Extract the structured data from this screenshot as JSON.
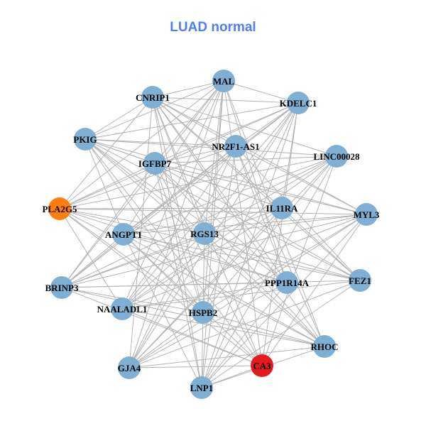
{
  "title": "LUAD normal",
  "colors": {
    "default_node": "#7fb0d3",
    "highlight_orange": "#ff7f0e",
    "highlight_red": "#e41a1c",
    "edge": "#b3b3b3",
    "title": "#4f7df5"
  },
  "nodes": [
    {
      "label": "MAL",
      "color": "#7fb0d3"
    },
    {
      "label": "CNRIP1",
      "color": "#7fb0d3"
    },
    {
      "label": "KDELC1",
      "color": "#7fb0d3"
    },
    {
      "label": "PKIG",
      "color": "#7fb0d3"
    },
    {
      "label": "NR2F1-AS1",
      "color": "#7fb0d3"
    },
    {
      "label": "IGFBP7",
      "color": "#7fb0d3"
    },
    {
      "label": "LINC00028",
      "color": "#7fb0d3"
    },
    {
      "label": "PLA2G5",
      "color": "#ff7f0e"
    },
    {
      "label": "IL11RA",
      "color": "#7fb0d3"
    },
    {
      "label": "MYL3",
      "color": "#7fb0d3"
    },
    {
      "label": "ANGPT1",
      "color": "#7fb0d3"
    },
    {
      "label": "RGS13",
      "color": "#7fb0d3"
    },
    {
      "label": "BRINP3",
      "color": "#7fb0d3"
    },
    {
      "label": "PPP1R14A",
      "color": "#7fb0d3"
    },
    {
      "label": "FEZ1",
      "color": "#7fb0d3"
    },
    {
      "label": "NAALADL1",
      "color": "#7fb0d3"
    },
    {
      "label": "HSPB2",
      "color": "#7fb0d3"
    },
    {
      "label": "RHOC",
      "color": "#7fb0d3"
    },
    {
      "label": "GJA4",
      "color": "#7fb0d3"
    },
    {
      "label": "CA3",
      "color": "#e41a1c"
    },
    {
      "label": "LNP1",
      "color": "#7fb0d3"
    }
  ],
  "adjacency": [
    [
      1,
      2,
      3,
      5,
      7,
      10,
      11,
      12,
      13,
      15,
      16,
      17,
      18,
      19,
      20
    ],
    [
      2,
      3,
      4,
      6,
      7,
      8,
      9,
      11,
      13,
      14,
      16,
      17,
      18,
      19,
      20
    ],
    [
      3,
      4,
      5,
      7,
      8,
      10,
      11,
      12,
      15,
      16,
      18,
      19,
      20
    ],
    [
      4,
      5,
      6,
      8,
      9,
      10,
      11,
      13,
      14,
      16,
      17,
      19
    ],
    [
      5,
      7,
      9,
      10,
      12,
      13,
      14,
      15,
      17,
      18,
      20
    ],
    [
      6,
      7,
      8,
      9,
      12,
      13,
      14,
      16,
      17,
      19,
      20
    ],
    [
      7,
      10,
      11,
      12,
      15,
      16,
      18,
      19,
      20
    ],
    [
      8,
      9,
      11,
      13,
      14,
      15,
      16,
      17,
      19
    ],
    [
      10,
      12,
      14,
      15,
      18,
      20
    ],
    [
      10,
      11,
      12,
      15,
      16,
      18,
      19,
      20
    ],
    [
      12,
      13,
      14,
      16,
      17,
      19,
      20
    ],
    [
      12,
      14,
      15,
      17,
      18,
      20
    ],
    [
      13,
      14,
      16,
      17,
      19
    ],
    [
      15,
      18,
      20
    ],
    [
      15,
      18,
      20
    ],
    [
      17,
      19
    ],
    [
      17,
      18
    ],
    [
      18,
      20
    ],
    [
      19
    ],
    [
      20
    ],
    []
  ]
}
